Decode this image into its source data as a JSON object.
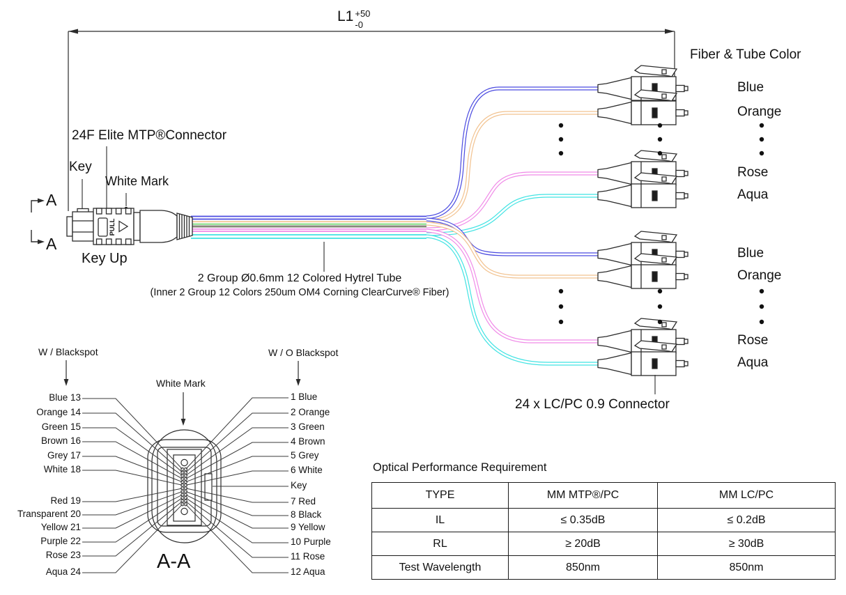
{
  "dimension": {
    "label": "L1",
    "tol_plus": "+50",
    "tol_minus": "-0"
  },
  "mtp": {
    "connector_label": "24F Elite MTP®Connector",
    "key_label": "Key",
    "white_mark_label": "White Mark",
    "key_up_label": "Key Up",
    "pull_label": "PULL",
    "section_marker": "A"
  },
  "trunk": {
    "desc_line1": "2 Group Ø0.6mm 12 Colored Hytrel Tube",
    "desc_line2": "(Inner 2 Group 12 Colors 250um OM4 Corning ClearCurve® Fiber)"
  },
  "fanout": {
    "title": "Fiber & Tube Color",
    "connector_label": "24 x LC/PC 0.9 Connector",
    "group1_colors": [
      "Blue",
      "Orange",
      "Rose",
      "Aqua"
    ],
    "group2_colors": [
      "Blue",
      "Orange",
      "Rose",
      "Aqua"
    ]
  },
  "fiber_colors": {
    "blue": "#4a4ae0",
    "orange": "#f2c28f",
    "green": "#72d872",
    "grey": "#8a887c",
    "rose": "#f08ae8",
    "aqua": "#3fe3e3"
  },
  "section_view": {
    "title": "A-A",
    "white_mark_label": "White Mark",
    "left_header": "W / Blackspot",
    "right_header": "W / O Blackspot",
    "left_labels": [
      "Blue 13",
      "Orange 14",
      "Green 15",
      "Brown 16",
      "Grey 17",
      "White 18",
      "Red 19",
      "Transparent 20",
      "Yellow 21",
      "Purple 22",
      "Rose 23",
      "Aqua 24"
    ],
    "right_labels": [
      "1 Blue",
      "2 Orange",
      "3 Green",
      "4 Brown",
      "5 Grey",
      "6 White",
      "Key",
      "7 Red",
      "8 Black",
      "9 Yellow",
      "10 Purple",
      "11 Rose",
      "12 Aqua"
    ]
  },
  "table": {
    "title": "Optical Performance Requirement",
    "headers": [
      "TYPE",
      "MM MTP®/PC",
      "MM LC/PC"
    ],
    "rows": [
      [
        "IL",
        "≤ 0.35dB",
        "≤ 0.2dB"
      ],
      [
        "RL",
        "≥ 20dB",
        "≥ 30dB"
      ],
      [
        "Test Wavelength",
        "850nm",
        "850nm"
      ]
    ]
  }
}
